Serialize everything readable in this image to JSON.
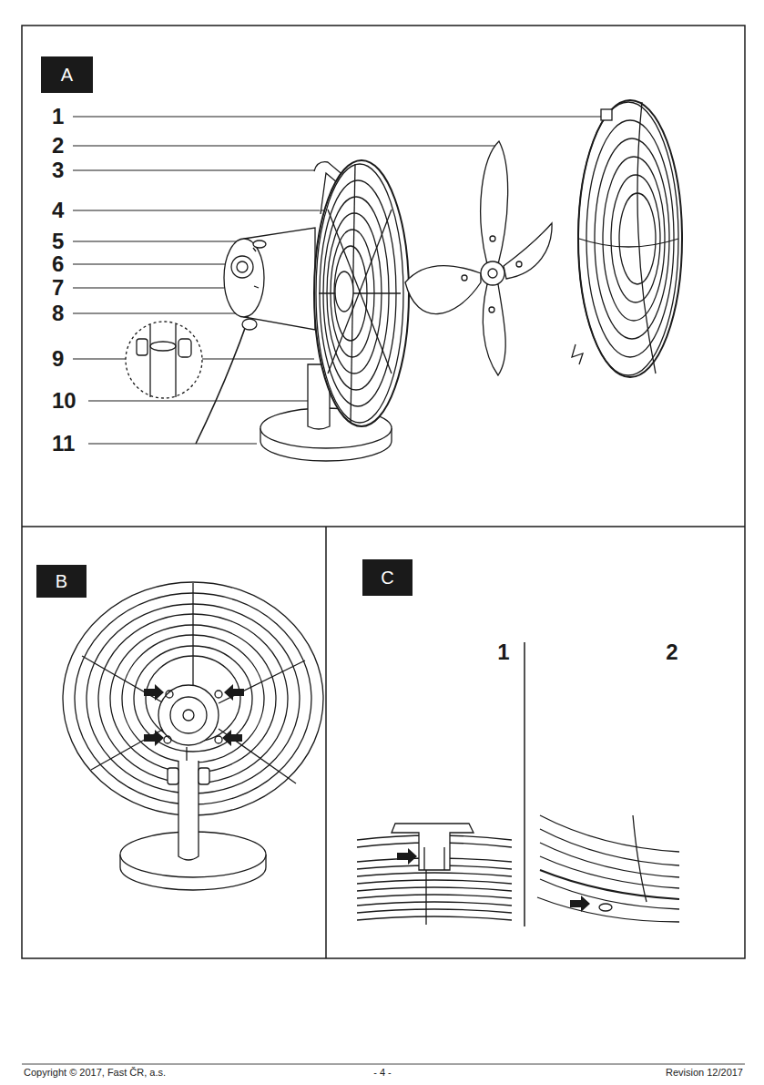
{
  "diagram": {
    "nodes": [
      {
        "text": [
          "A"
        ]
      },
      {
        "text": [
          "B"
        ]
      },
      {
        "text": [
          "C"
        ]
      }
    ],
    "labels": [
      "1",
      "2",
      "3",
      "4",
      "5",
      "6",
      "7",
      "8",
      "9",
      "10",
      "11",
      "1",
      "2",
      "Copyright © 2017, Fast ČR, a.s.",
      "- 4 -",
      "Revision 12/2017"
    ]
  }
}
